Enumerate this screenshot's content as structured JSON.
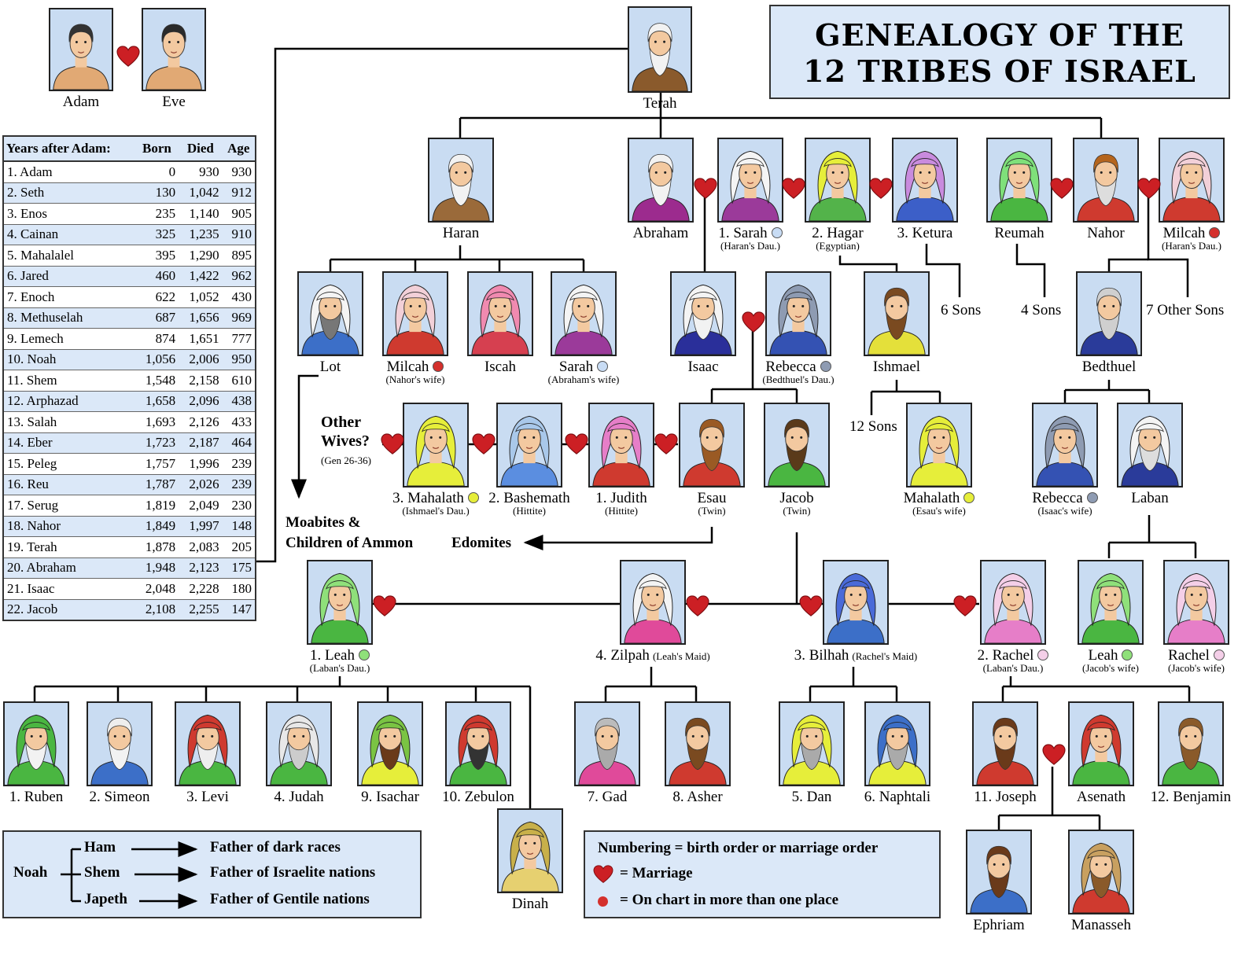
{
  "title": {
    "line1": "GENEALOGY OF THE",
    "line2": "12 TRIBES OF ISRAEL"
  },
  "palette": {
    "marriage_heart": "#cc1f24",
    "panel_fill": "#dbe8f8",
    "dot_red": "#d4302c",
    "dot_blue": "#c8dcf4",
    "dot_grey": "#8e9bb2",
    "dot_yellow": "#e6ee3a",
    "dot_green": "#8fe07a",
    "dot_pink": "#f4cfe8"
  },
  "people": [
    {
      "id": "adam",
      "name": "Adam",
      "robe": "#e1a974",
      "hair": "#333"
    },
    {
      "id": "eve",
      "name": "Eve",
      "robe": "#e1a974",
      "hair": "#2a2a2a"
    },
    {
      "id": "terah",
      "name": "Terah",
      "robe": "#8a5a2c",
      "hair": "#f2f2f2",
      "beard": "#f2f2f2"
    },
    {
      "id": "haran",
      "name": "Haran",
      "robe": "#9a6a3a",
      "hair": "#f2f2f2",
      "beard": "#f2f2f2"
    },
    {
      "id": "abraham",
      "name": "Abraham",
      "robe": "#9c2b8e",
      "hair": "#f2f2f2",
      "beard": "#f2f2f2"
    },
    {
      "id": "sarah1",
      "name": "1. Sarah",
      "sub": "(Haran's Dau.)",
      "dot": "blue",
      "robe": "#9b3a9a",
      "hood": "#f4f4f4"
    },
    {
      "id": "hagar",
      "name": "2. Hagar",
      "sub": "(Egyptian)",
      "robe": "#53b34a",
      "hood": "#e6ee3a"
    },
    {
      "id": "ketura",
      "name": "3. Ketura",
      "robe": "#3c5fc8",
      "hood": "#c98bde"
    },
    {
      "id": "reumah",
      "name": "Reumah",
      "robe": "#4ab641",
      "hood": "#7fe07a"
    },
    {
      "id": "nahor",
      "name": "Nahor",
      "robe": "#cf3a2f",
      "hair": "#b5651d",
      "beard": "#ddd"
    },
    {
      "id": "milcah1",
      "name": "Milcah",
      "sub": "(Haran's Dau.)",
      "dot": "red",
      "robe": "#cf3a2f",
      "hood": "#f2d0d8"
    },
    {
      "id": "lot",
      "name": "Lot",
      "robe": "#3c6fc8",
      "hood": "#f4f4f4",
      "beard": "#777"
    },
    {
      "id": "milcah2",
      "name": "Milcah",
      "sub": "(Nahor's wife)",
      "dot": "red",
      "robe": "#cf3a2f",
      "hood": "#f2d0d8"
    },
    {
      "id": "iscah",
      "name": "Iscah",
      "robe": "#d64050",
      "hood": "#f08ab0"
    },
    {
      "id": "sarah2",
      "name": "Sarah",
      "sub": "(Abraham's wife)",
      "dot": "blue",
      "robe": "#9b3a9a",
      "hood": "#f4f4f4"
    },
    {
      "id": "isaac",
      "name": "Isaac",
      "robe": "#2a2f9a",
      "hood": "#f4f4f4",
      "beard": "#f2f2f2"
    },
    {
      "id": "rebecca1",
      "name": "Rebecca",
      "sub": "(Bedthuel's Dau.)",
      "dot": "grey",
      "robe": "#3452b3",
      "hood": "#8e9bb2"
    },
    {
      "id": "ishmael",
      "name": "Ishmael",
      "robe": "#e4e03a",
      "hair": "#7a4a20",
      "beard": "#7a4a20"
    },
    {
      "id": "bedthuel",
      "name": "Bedthuel",
      "robe": "#2a3b9a",
      "hair": "#cfcfcf",
      "beard": "#cfcfcf"
    },
    {
      "id": "mahalath1",
      "name": "3. Mahalath",
      "sub": "(Ishmael's Dau.)",
      "dot": "yellow",
      "robe": "#e6ee3a",
      "hood": "#e6ee3a"
    },
    {
      "id": "bashemath",
      "name": "2. Bashemath",
      "sub": "(Hittite)",
      "robe": "#5b8ee0",
      "hood": "#a9c8ea"
    },
    {
      "id": "judith",
      "name": "1. Judith",
      "sub": "(Hittite)",
      "robe": "#cf3a2f",
      "hood": "#e67ec8"
    },
    {
      "id": "esau",
      "name": "Esau",
      "sub": "(Twin)",
      "robe": "#cf3a2f",
      "hair": "#9a5a24",
      "beard": "#9a5a24"
    },
    {
      "id": "jacob",
      "name": "Jacob",
      "sub": "(Twin)",
      "robe": "#4ab641",
      "hair": "#5a3a1a",
      "beard": "#5a3a1a"
    },
    {
      "id": "mahalath2",
      "name": "Mahalath",
      "sub": "(Esau's wife)",
      "dot": "yellow",
      "robe": "#e6ee3a",
      "hood": "#e6ee3a"
    },
    {
      "id": "rebecca2",
      "name": "Rebecca",
      "sub": "(Isaac's wife)",
      "dot": "grey",
      "robe": "#3452b3",
      "hood": "#8e9bb2"
    },
    {
      "id": "laban",
      "name": "Laban",
      "robe": "#2a3b9a",
      "hood": "#f4f4f4",
      "beard": "#ddd"
    },
    {
      "id": "leah1",
      "name": "1. Leah",
      "sub": "(Laban's Dau.)",
      "dot": "green",
      "robe": "#4ab641",
      "hood": "#8fe07a"
    },
    {
      "id": "zilpah",
      "name": "4. Zilpah",
      "sub_inline": "(Leah's Maid)",
      "robe": "#e04a9a",
      "hood": "#f4f4f4"
    },
    {
      "id": "bilhah",
      "name": "3. Bilhah",
      "sub_inline": "(Rachel's Maid)",
      "robe": "#3c6fc8",
      "hood": "#4a6ad8"
    },
    {
      "id": "rachel1",
      "name": "2. Rachel",
      "sub": "(Laban's Dau.)",
      "dot": "pink",
      "robe": "#e67ec8",
      "hood": "#f4cfe8"
    },
    {
      "id": "leah2",
      "name": "Leah",
      "sub": "(Jacob's wife)",
      "dot": "green",
      "robe": "#4ab641",
      "hood": "#8fe07a"
    },
    {
      "id": "rachel2",
      "name": "Rachel",
      "sub": "(Jacob's wife)",
      "dot": "pink",
      "robe": "#e67ec8",
      "hood": "#f4cfe8"
    },
    {
      "id": "ruben",
      "name": "1. Ruben",
      "robe": "#4ab641",
      "hood": "#4ab641",
      "beard": "#f2f2f2"
    },
    {
      "id": "simeon",
      "name": "2. Simeon",
      "robe": "#3c6fc8",
      "hair": "#eee",
      "beard": "#f2f2f2"
    },
    {
      "id": "levi",
      "name": "3. Levi",
      "robe": "#4ab641",
      "hood": "#cf3a2f",
      "beard": "#eee"
    },
    {
      "id": "judah",
      "name": "4. Judah",
      "robe": "#4ab641",
      "hood": "#e8e8e8",
      "beard": "#ccc"
    },
    {
      "id": "isachar",
      "name": "9. Isachar",
      "robe": "#e6ee3a",
      "hood": "#7ac443",
      "beard": "#6a3a1a"
    },
    {
      "id": "zebulon",
      "name": "10. Zebulon",
      "robe": "#4ab641",
      "hood": "#cf3a2f",
      "beard": "#333"
    },
    {
      "id": "dinah",
      "name": "Dinah",
      "robe": "#e6d070",
      "hood": "#c8b04a"
    },
    {
      "id": "gad",
      "name": "7. Gad",
      "robe": "#e04a9a",
      "hair": "#bbb",
      "beard": "#aaa"
    },
    {
      "id": "asher",
      "name": "8. Asher",
      "robe": "#cf3a2f",
      "hair": "#7a4a20",
      "beard": "#7a4a20"
    },
    {
      "id": "dan",
      "name": "5. Dan",
      "robe": "#e6ee3a",
      "hood": "#e6ee3a",
      "beard": "#aaa"
    },
    {
      "id": "naphtali",
      "name": "6. Naphtali",
      "robe": "#e6ee3a",
      "hood": "#3c6fc8",
      "beard": "#aaa"
    },
    {
      "id": "joseph",
      "name": "11. Joseph",
      "robe": "#cf3a2f",
      "hair": "#6a3a1a",
      "beard": "#6a3a1a"
    },
    {
      "id": "asenath",
      "name": "Asenath",
      "robe": "#4ab641",
      "hood": "#cf3a2f"
    },
    {
      "id": "benjamin",
      "name": "12. Benjamin",
      "robe": "#4ab641",
      "hair": "#8a5a2a",
      "beard": "#8a5a2a"
    },
    {
      "id": "ephriam",
      "name": "Ephriam",
      "robe": "#3c6fc8",
      "hair": "#6a3a1a",
      "beard": "#6a3a1a"
    },
    {
      "id": "manasseh",
      "name": "Manasseh",
      "robe": "#cf3a2f",
      "hood": "#c8a060",
      "beard": "#8a5a2a"
    }
  ],
  "annotations": {
    "six_sons": "6 Sons",
    "four_sons": "4 Sons",
    "seven_other_sons": "7 Other Sons",
    "twelve_sons": "12 Sons",
    "other_wives": "Other",
    "other_wives2": "Wives?",
    "other_wives_ref": "(Gen 26-36)",
    "moabites1": "Moabites &",
    "moabites2": "Children of Ammon",
    "edomites": "Edomites"
  },
  "years_table": {
    "headers": [
      "Years after Adam:",
      "Born",
      "Died",
      "Age"
    ],
    "rows": [
      [
        "1. Adam",
        "0",
        "930",
        "930"
      ],
      [
        "2. Seth",
        "130",
        "1,042",
        "912"
      ],
      [
        "3. Enos",
        "235",
        "1,140",
        "905"
      ],
      [
        "4. Cainan",
        "325",
        "1,235",
        "910"
      ],
      [
        "5. Mahalalel",
        "395",
        "1,290",
        "895"
      ],
      [
        "6. Jared",
        "460",
        "1,422",
        "962"
      ],
      [
        "7. Enoch",
        "622",
        "1,052",
        "430"
      ],
      [
        "8. Methuselah",
        "687",
        "1,656",
        "969"
      ],
      [
        "9. Lemech",
        "874",
        "1,651",
        "777"
      ],
      [
        "10. Noah",
        "1,056",
        "2,006",
        "950"
      ],
      [
        "11. Shem",
        "1,548",
        "2,158",
        "610"
      ],
      [
        "12. Arphazad",
        "1,658",
        "2,096",
        "438"
      ],
      [
        "13. Salah",
        "1,693",
        "2,126",
        "433"
      ],
      [
        "14. Eber",
        "1,723",
        "2,187",
        "464"
      ],
      [
        "15. Peleg",
        "1,757",
        "1,996",
        "239"
      ],
      [
        "16. Reu",
        "1,787",
        "2,026",
        "239"
      ],
      [
        "17. Serug",
        "1,819",
        "2,049",
        "230"
      ],
      [
        "18. Nahor",
        "1,849",
        "1,997",
        "148"
      ],
      [
        "19. Terah",
        "1,878",
        "2,083",
        "205"
      ],
      [
        "20. Abraham",
        "1,948",
        "2,123",
        "175"
      ],
      [
        "21. Isaac",
        "2,048",
        "2,228",
        "180"
      ],
      [
        "22. Jacob",
        "2,108",
        "2,255",
        "147"
      ]
    ]
  },
  "noah_legend": {
    "root": "Noah",
    "branches": [
      {
        "son": "Ham",
        "desc": "Father of dark races"
      },
      {
        "son": "Shem",
        "desc": "Father of Israelite nations"
      },
      {
        "son": "Japeth",
        "desc": "Father of Gentile nations"
      }
    ]
  },
  "key_legend": {
    "line1": "Numbering = birth order or marriage order",
    "line2": "= Marriage",
    "line3": "= On chart in more than one place"
  }
}
